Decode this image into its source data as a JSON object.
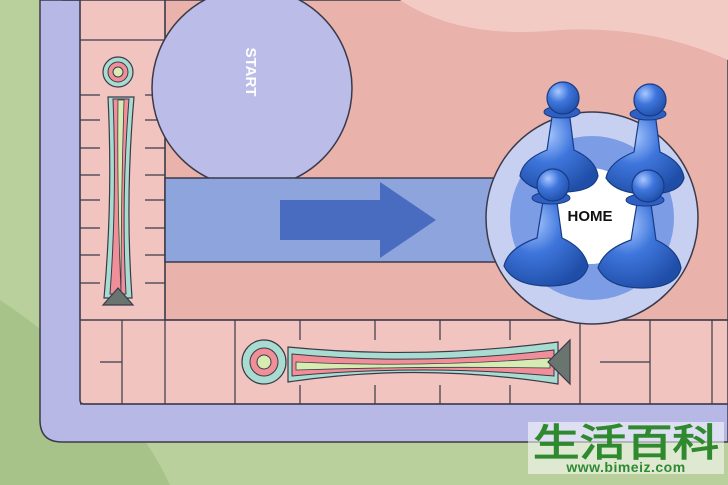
{
  "board": {
    "start_label": "START",
    "home_label": "HOME",
    "pawn_count": 4,
    "colors": {
      "grass": "#b9cf9c",
      "border": "#b8b8e6",
      "board_pink": "#f1c4bf",
      "start_zone": "#e9b2ab",
      "start_circle": "#bcbce9",
      "slide_lane": "#8ea4dc",
      "arrow": "#4a6cc0",
      "home_circle": "#c7d0f0",
      "pawn_blue": "#3b6fd6"
    }
  },
  "watermark": {
    "chars": "生活百科",
    "url": "www.bimeiz.com"
  }
}
